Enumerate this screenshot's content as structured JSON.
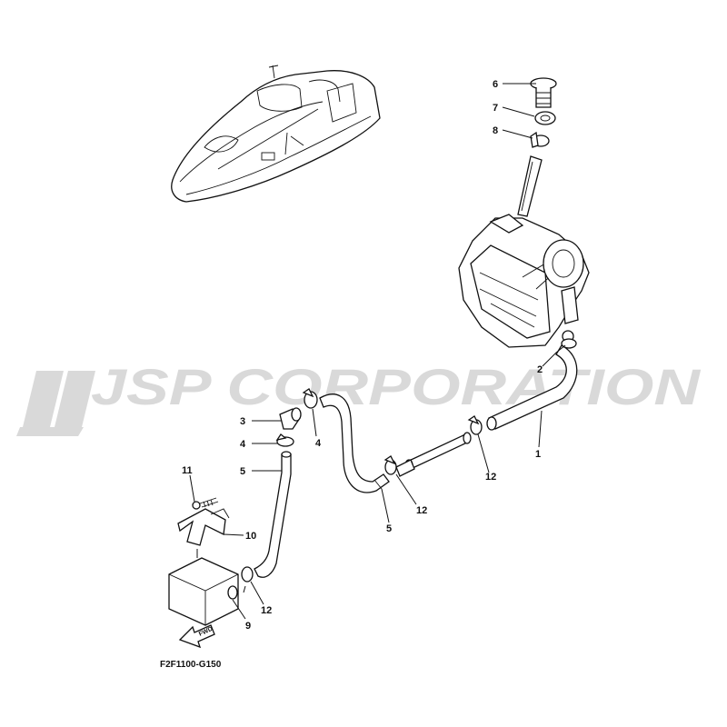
{
  "watermark": {
    "text": "JSP CORPORATION",
    "color": "#d9d9d9"
  },
  "diagram_code": "F2F1100-G150",
  "fwd_label": "FWD",
  "callouts": [
    {
      "id": "c1",
      "label": "1"
    },
    {
      "id": "c2",
      "label": "2"
    },
    {
      "id": "c3",
      "label": "3"
    },
    {
      "id": "c4a",
      "label": "4"
    },
    {
      "id": "c4b",
      "label": "4"
    },
    {
      "id": "c5a",
      "label": "5"
    },
    {
      "id": "c5b",
      "label": "5"
    },
    {
      "id": "c6",
      "label": "6"
    },
    {
      "id": "c7",
      "label": "7"
    },
    {
      "id": "c8",
      "label": "8"
    },
    {
      "id": "c9",
      "label": "9"
    },
    {
      "id": "c10",
      "label": "10"
    },
    {
      "id": "c11",
      "label": "11"
    },
    {
      "id": "c12a",
      "label": "12"
    },
    {
      "id": "c12b",
      "label": "12"
    },
    {
      "id": "c12c",
      "label": "12"
    }
  ]
}
